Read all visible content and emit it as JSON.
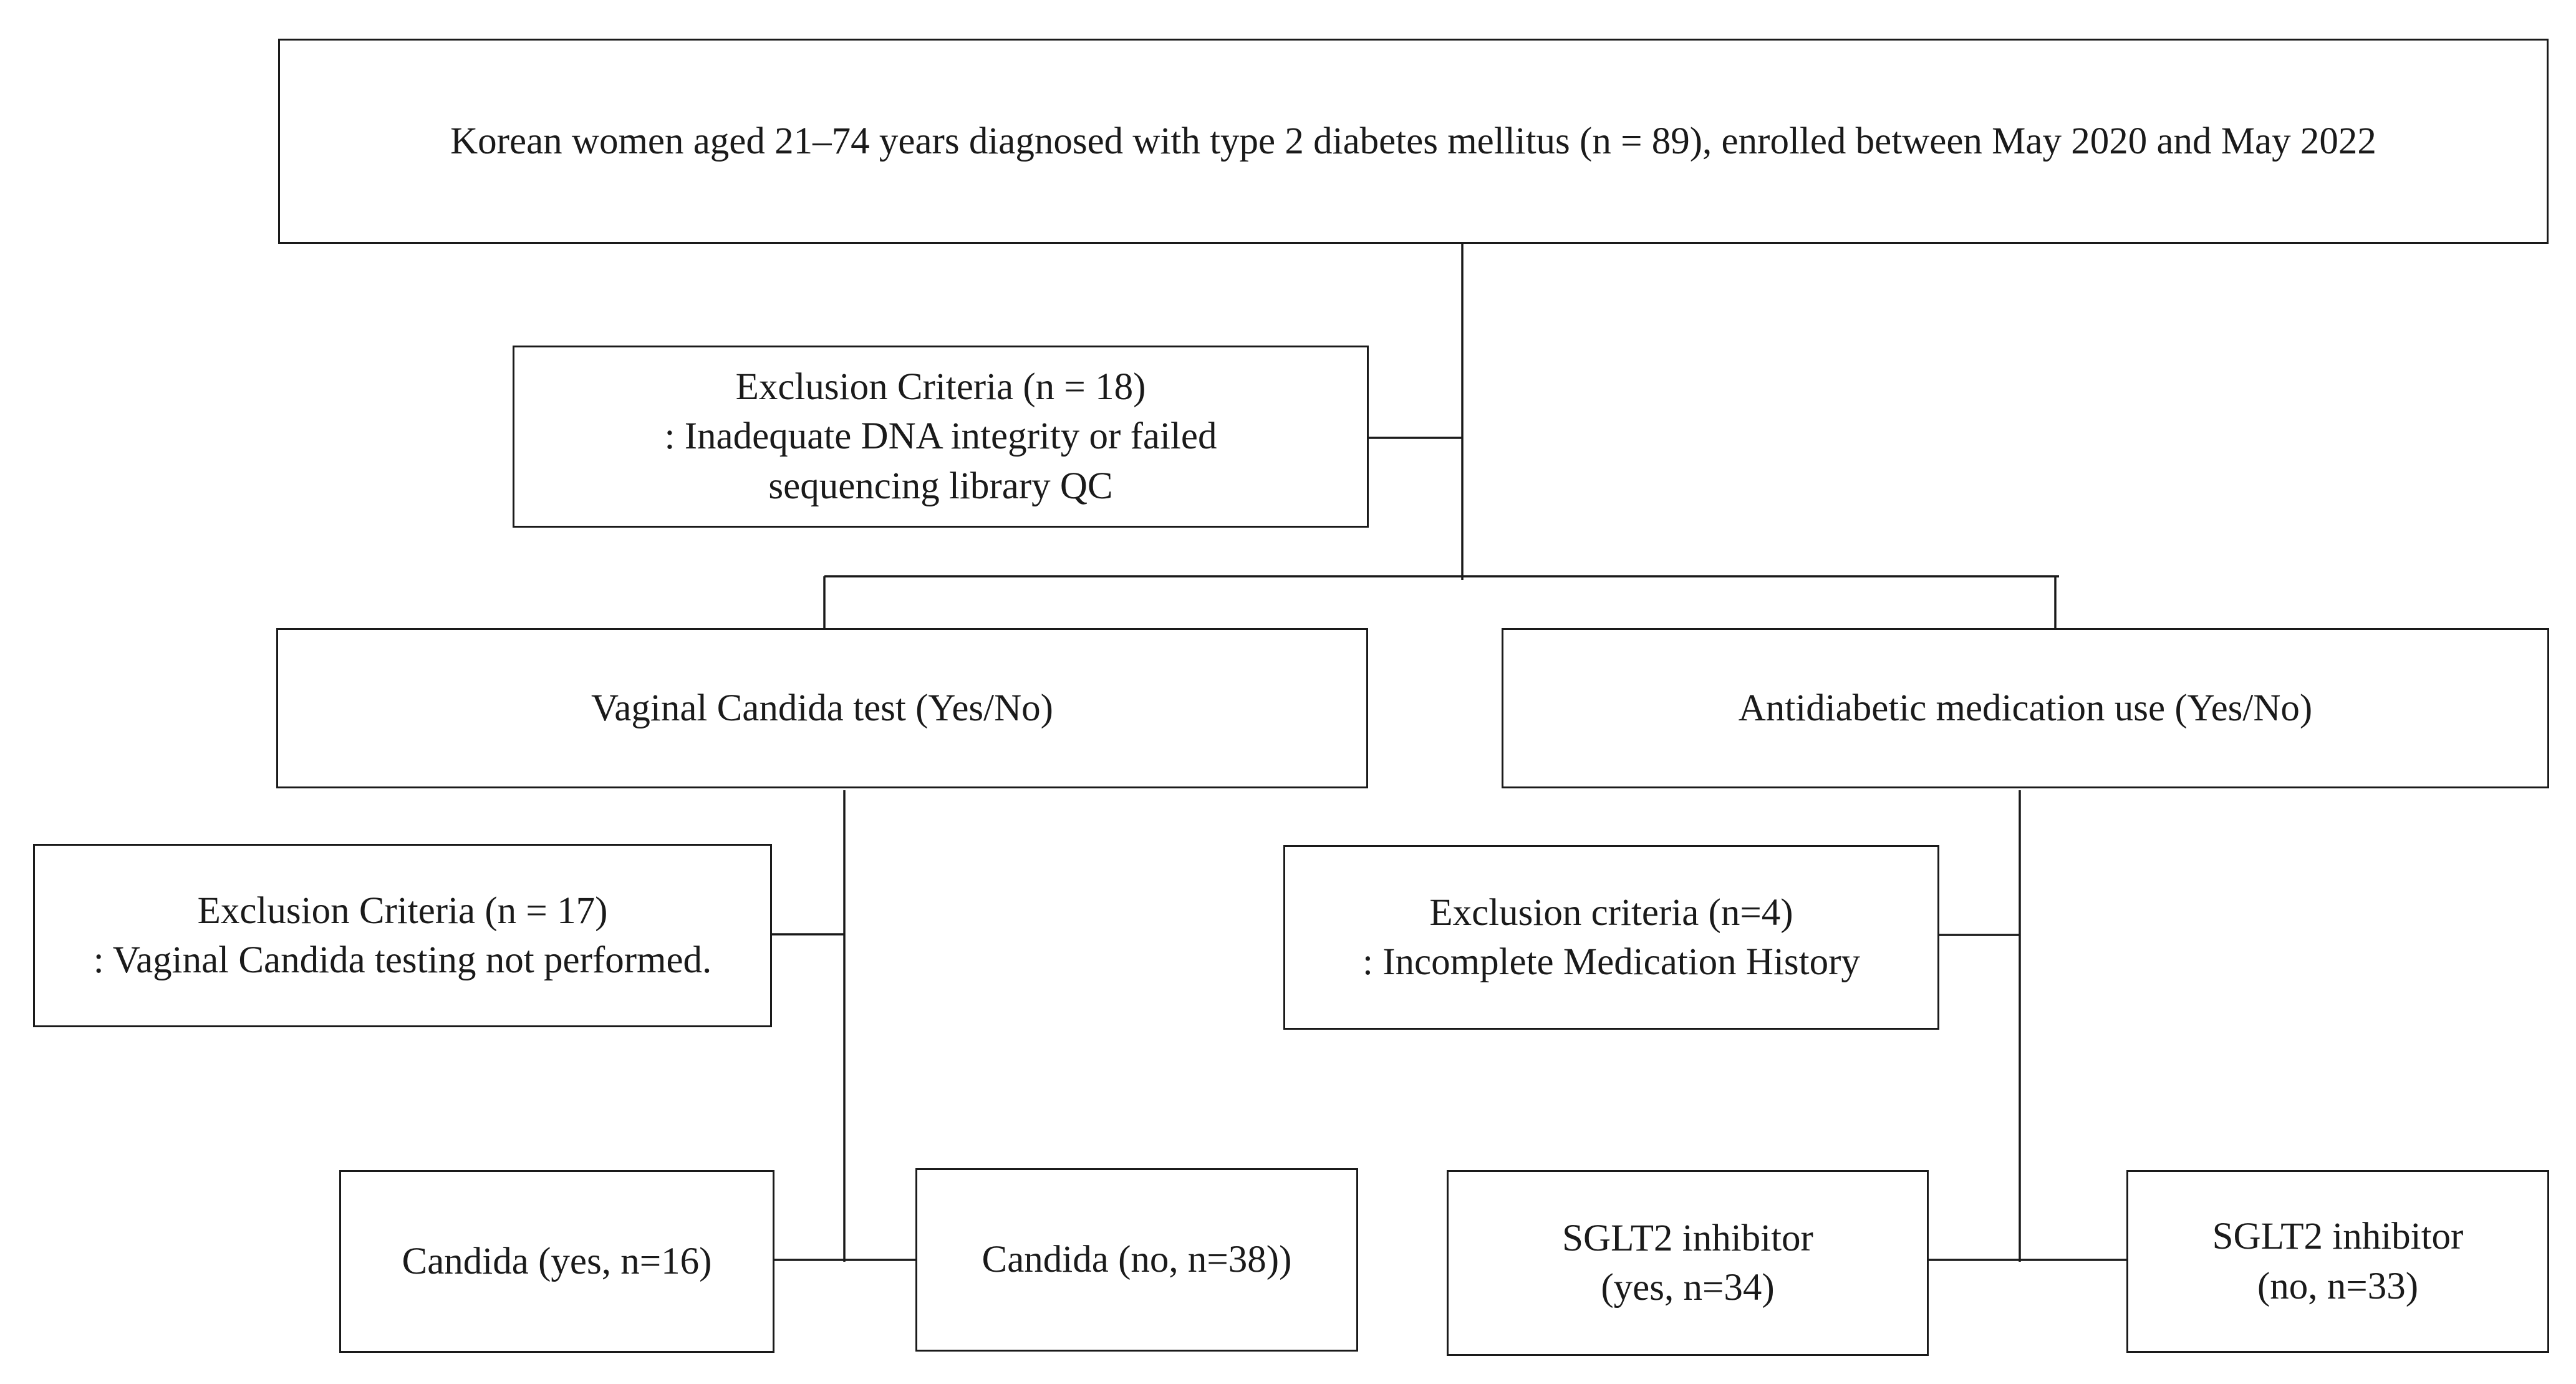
{
  "flowchart": {
    "enrollment": {
      "text": "Korean women aged 21–74 years diagnosed with type 2 diabetes mellitus (n = 89), enrolled between May 2020 and May 2022"
    },
    "exclusion_dna": {
      "line1": "Exclusion Criteria (n = 18)",
      "line2": ": Inadequate DNA integrity or failed",
      "line3": "sequencing library QC"
    },
    "candida_test": {
      "text": "Vaginal Candida test (Yes/No)"
    },
    "medication_use": {
      "text": "Antidiabetic medication use (Yes/No)"
    },
    "exclusion_candida": {
      "line1": "Exclusion Criteria (n = 17)",
      "line2": ": Vaginal Candida testing not performed."
    },
    "exclusion_medication": {
      "line1": "Exclusion criteria (n=4)",
      "line2": ": Incomplete Medication History"
    },
    "candida_yes": {
      "text": "Candida (yes, n=16)"
    },
    "candida_no": {
      "text": "Candida (no, n=38))"
    },
    "sglt2_yes": {
      "line1": "SGLT2 inhibitor",
      "line2": "(yes, n=34)"
    },
    "sglt2_no": {
      "line1": "SGLT2 inhibitor",
      "line2": "(no, n=33)"
    }
  }
}
